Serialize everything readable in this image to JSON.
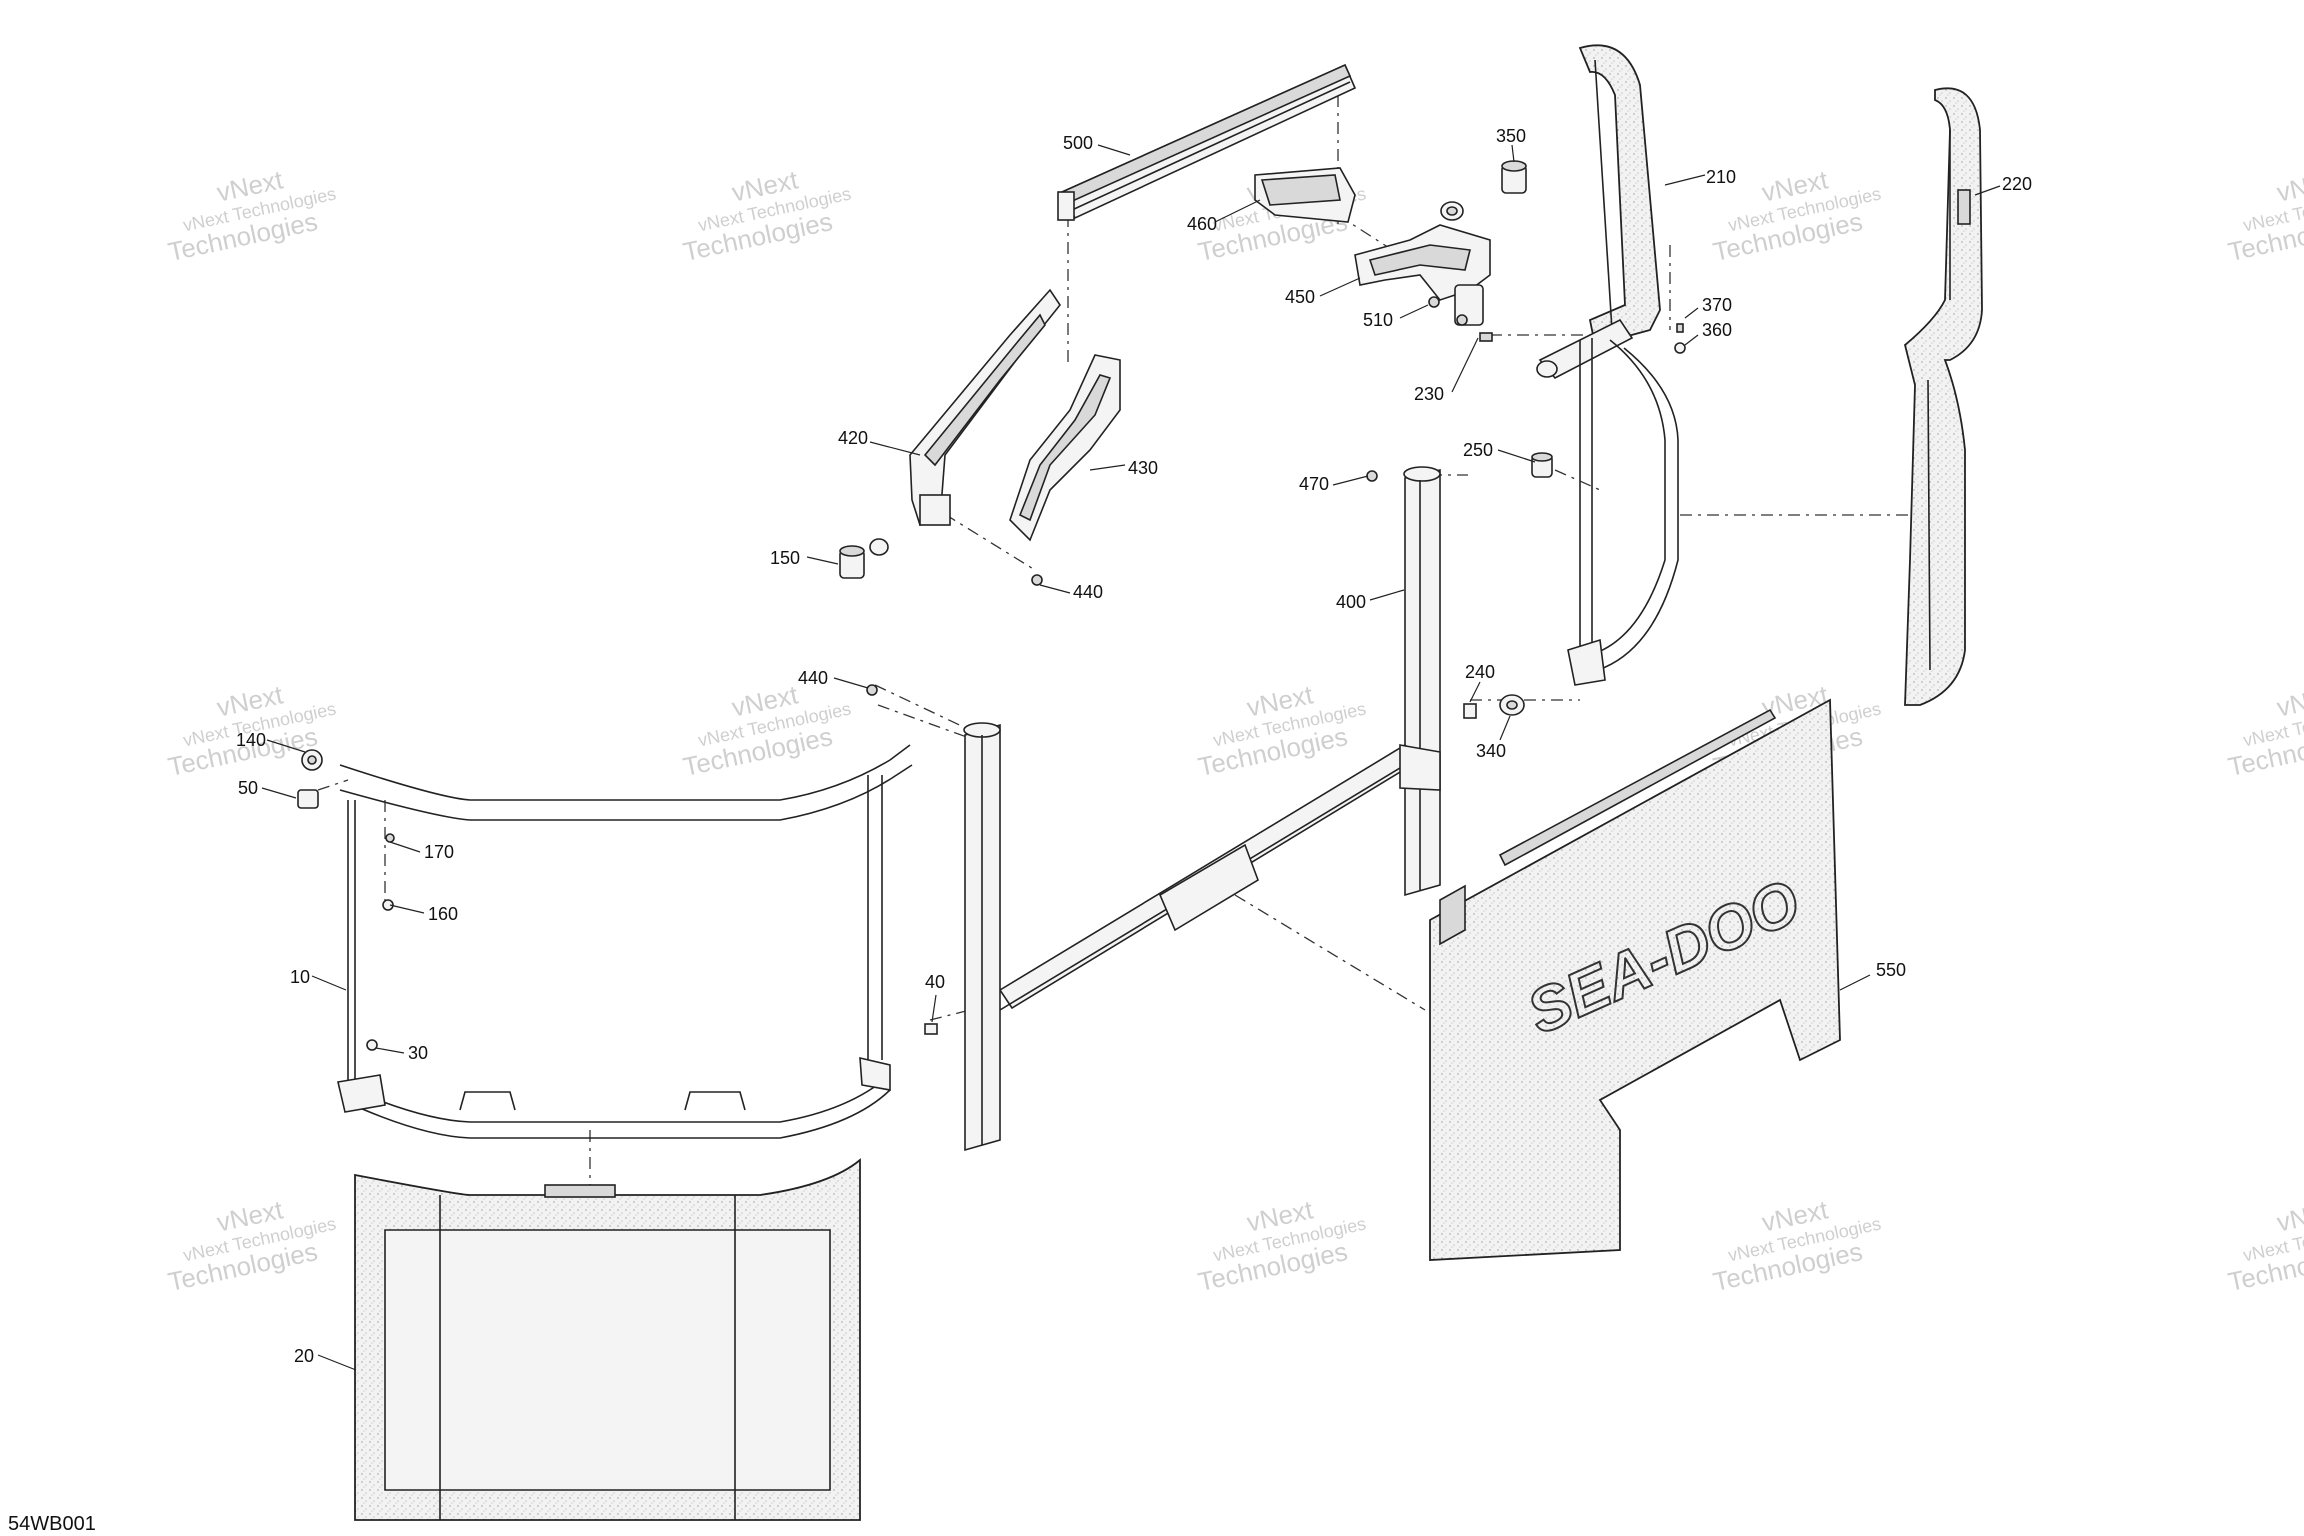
{
  "drawing_code": "54WB001",
  "logo_text": "SEA-DOO",
  "watermark": {
    "line1": "vNext Technologies",
    "line2": "Technologies",
    "line3": "vNext"
  },
  "callouts": [
    {
      "id": "500",
      "label": "500"
    },
    {
      "id": "350",
      "label": "350"
    },
    {
      "id": "210",
      "label": "210"
    },
    {
      "id": "220",
      "label": "220"
    },
    {
      "id": "460",
      "label": "460"
    },
    {
      "id": "450",
      "label": "450"
    },
    {
      "id": "510",
      "label": "510"
    },
    {
      "id": "370",
      "label": "370"
    },
    {
      "id": "360",
      "label": "360"
    },
    {
      "id": "230",
      "label": "230"
    },
    {
      "id": "420",
      "label": "420"
    },
    {
      "id": "430",
      "label": "430"
    },
    {
      "id": "250",
      "label": "250"
    },
    {
      "id": "470",
      "label": "470"
    },
    {
      "id": "150",
      "label": "150"
    },
    {
      "id": "440a",
      "label": "440"
    },
    {
      "id": "400",
      "label": "400"
    },
    {
      "id": "440b",
      "label": "440"
    },
    {
      "id": "240",
      "label": "240"
    },
    {
      "id": "340",
      "label": "340"
    },
    {
      "id": "140",
      "label": "140"
    },
    {
      "id": "50",
      "label": "50"
    },
    {
      "id": "170",
      "label": "170"
    },
    {
      "id": "160",
      "label": "160"
    },
    {
      "id": "10",
      "label": "10"
    },
    {
      "id": "40",
      "label": "40"
    },
    {
      "id": "30",
      "label": "30"
    },
    {
      "id": "550",
      "label": "550"
    },
    {
      "id": "20",
      "label": "20"
    }
  ]
}
